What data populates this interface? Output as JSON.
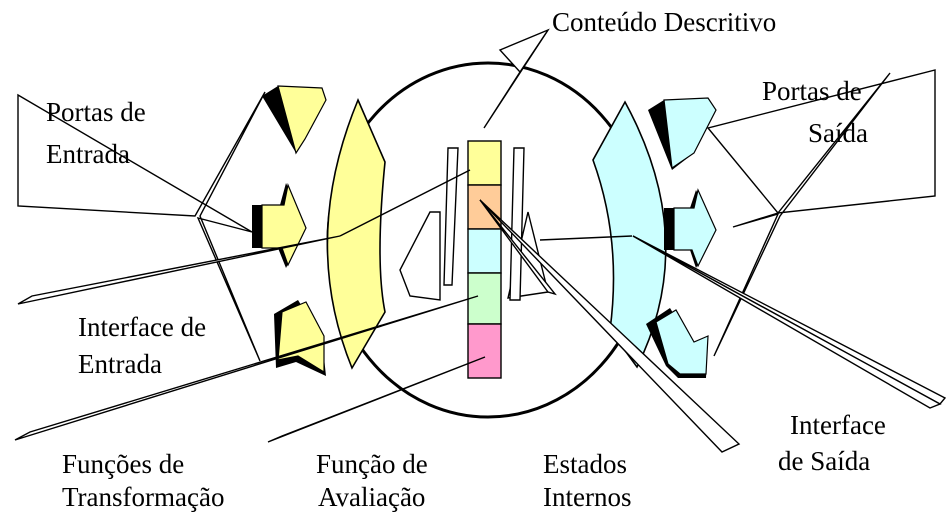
{
  "labels": {
    "descriptive_content": "Conteúdo Descritivo",
    "input_ports_1": "Portas de",
    "input_ports_2": "Entrada",
    "output_ports_1": "Portas de",
    "output_ports_2": "Saída",
    "input_interface_1": "Interface de",
    "input_interface_2": "Entrada",
    "transform_functions_1": "Funções de",
    "transform_functions_2": "Transformação",
    "evaluation_function_1": "Função de",
    "evaluation_function_2": "Avaliação",
    "internal_states_1": "Estados",
    "internal_states_2": "Internos",
    "output_interface_1": "Interface",
    "output_interface_2": "de Saída"
  },
  "colors": {
    "input_side": "#ffff99",
    "output_side": "#ccffff",
    "state_1": "#ffff99",
    "state_2": "#ffcc99",
    "state_3": "#ccffff",
    "state_4": "#ccffcc",
    "state_5": "#ff99cc"
  }
}
